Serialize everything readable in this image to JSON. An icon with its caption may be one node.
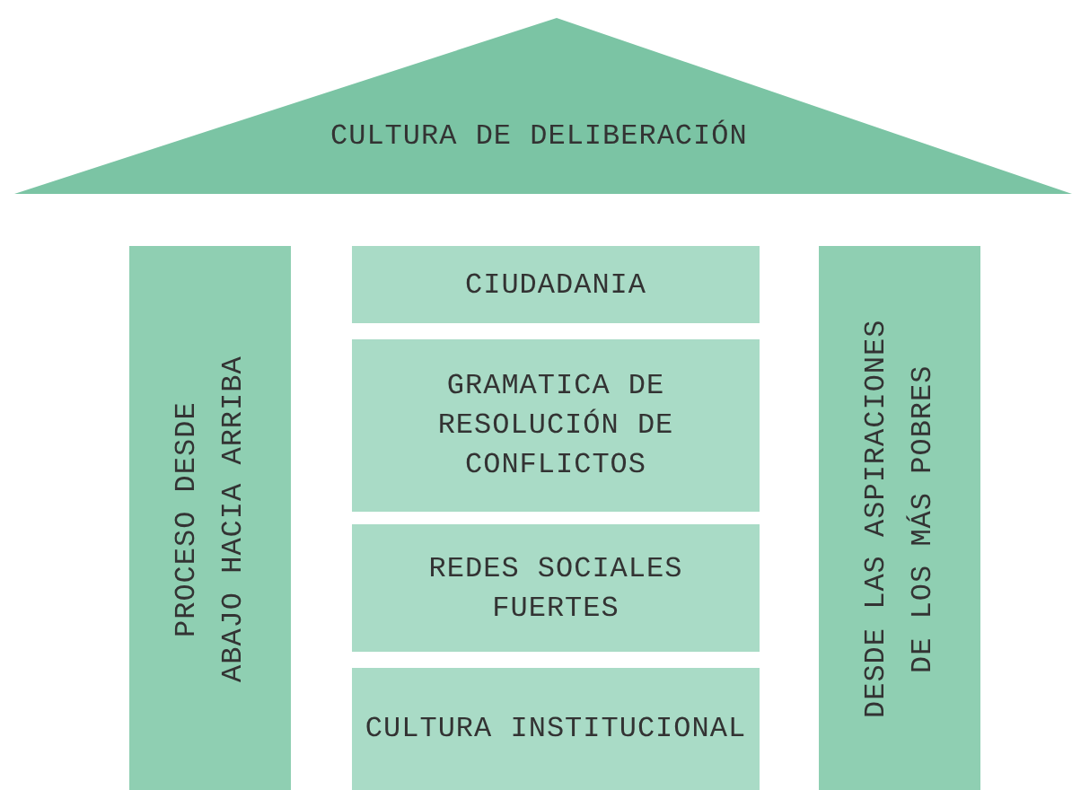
{
  "diagram": {
    "nodes": [
      {
        "text": [
          "CULTURA DE DELIBERACIÓN"
        ]
      },
      {
        "text": [
          "PROCESO DESDE ABAJO HACIA ARRIBA"
        ]
      },
      {
        "text": [
          "CIUDADANIA"
        ]
      },
      {
        "text": [
          "GRAMATICA DE RESOLUCIÓN DE CONFLICTOS"
        ]
      },
      {
        "text": [
          "REDES SOCIALES FUERTES"
        ]
      },
      {
        "text": [
          "CULTURA INSTITUCIONAL"
        ]
      },
      {
        "text": [
          "DESDE LAS ASPIRACIONES DE LOS MÁS POBRES"
        ]
      }
    ],
    "edges": []
  }
}
